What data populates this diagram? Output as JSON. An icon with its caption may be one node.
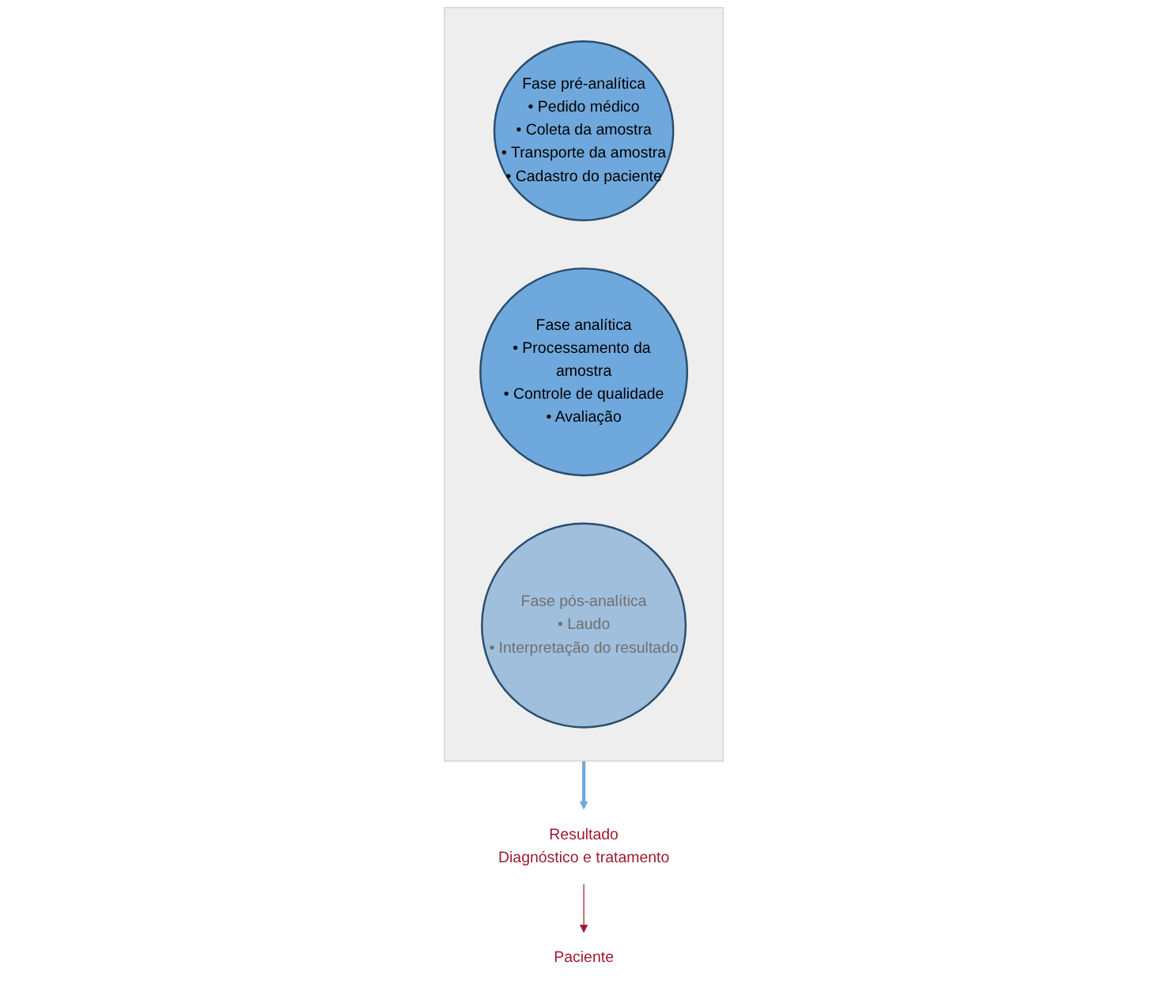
{
  "diagram": {
    "nodes": [
      {
        "text": [
          "Paciente"
        ]
      },
      {
        "text": [],
        "shape": "funnel"
      },
      {
        "text": [
          "Fase pré-analítica",
          "• Pedido médico",
          "• Coleta da amostra",
          "• Transporte da amostra",
          "• Cadastro do paciente"
        ],
        "in": 1
      },
      {
        "text": [
          "Fase analítica",
          "• Processamento da amostra",
          "• Controle de qualidade",
          "• Avaliação"
        ],
        "in": 1
      },
      {
        "text": [
          "Fase pós-analítica",
          "• Laudo",
          "• Interpretação do resultado"
        ],
        "in": 1
      },
      {
        "text": [
          "Resultado",
          "Diagnóstico e tratamento"
        ]
      }
    ],
    "edges": [
      {
        "from": 1,
        "to": 5,
        "arrow": "to",
        "color": "#6fa8dc",
        "style": "thick"
      },
      {
        "from": 5,
        "to": 0,
        "arrow": "to",
        "color": "#9b1b30"
      }
    ]
  }
}
